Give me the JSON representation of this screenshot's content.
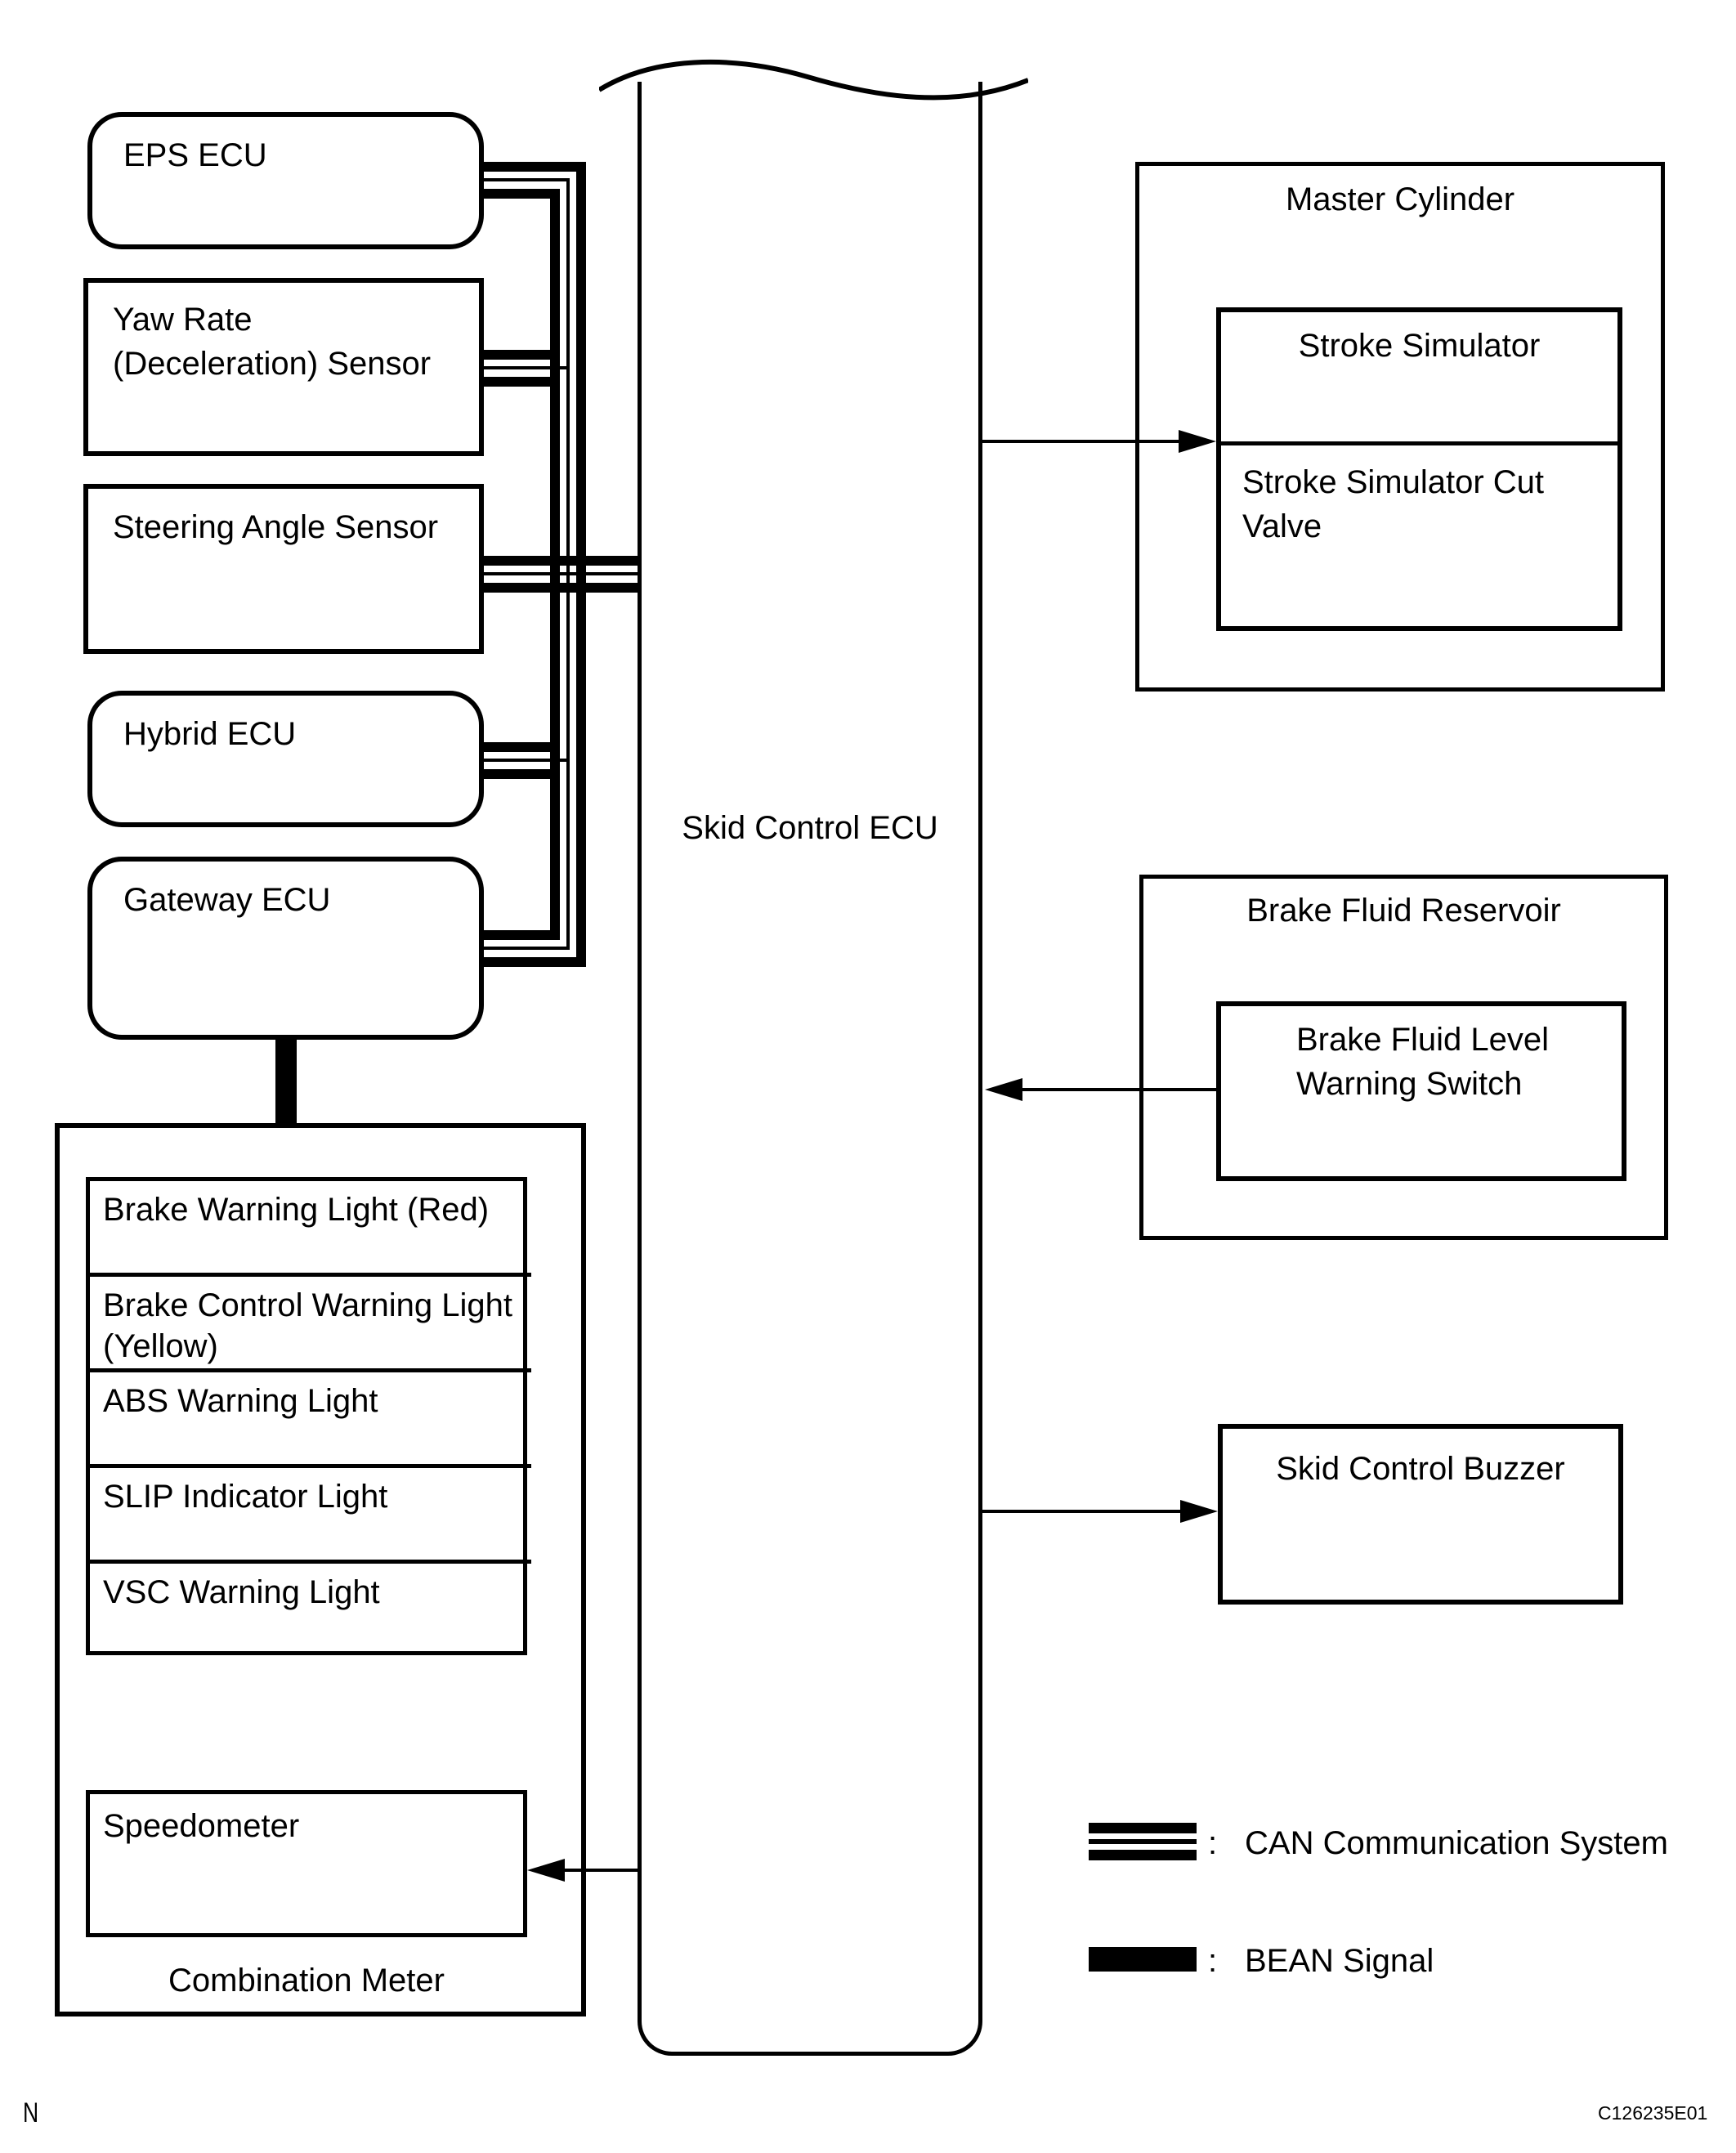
{
  "diagram": {
    "left_nodes": [
      {
        "label": "EPS ECU",
        "shape": "rounded"
      },
      {
        "label": "Yaw Rate (Deceleration) Sensor",
        "shape": "rect"
      },
      {
        "label": "Steering Angle Sensor",
        "shape": "rect"
      },
      {
        "label": "Hybrid ECU",
        "shape": "rounded"
      },
      {
        "label": "Gateway ECU",
        "shape": "rounded"
      }
    ],
    "skid_ecu": {
      "label": "Skid Control ECU"
    },
    "master_cylinder": {
      "title": "Master Cylinder",
      "stroke_simulator": "Stroke Simulator",
      "cut_valve": "Stroke Simulator Cut Valve"
    },
    "reservoir": {
      "title": "Brake Fluid Reservoir",
      "switch": "Brake Fluid Level\nWarning Switch"
    },
    "buzzer": {
      "label": "Skid Control Buzzer"
    },
    "combination_meter": {
      "caption": "Combination Meter",
      "lights": [
        "Brake Warning Light (Red)",
        "Brake Control Warning Light (Yellow)",
        "ABS Warning Light",
        "SLIP Indicator Light",
        "VSC Warning Light"
      ],
      "speedometer": "Speedometer"
    },
    "legend": [
      {
        "symbol": "can-line",
        "label": "CAN Communication System",
        "separator": ":"
      },
      {
        "symbol": "bean-line",
        "label": "BEAN Signal",
        "separator": ":"
      }
    ],
    "footer": {
      "left": "N",
      "right": "C126235E01"
    },
    "colors": {
      "line": "#000000",
      "background": "#ffffff"
    }
  }
}
